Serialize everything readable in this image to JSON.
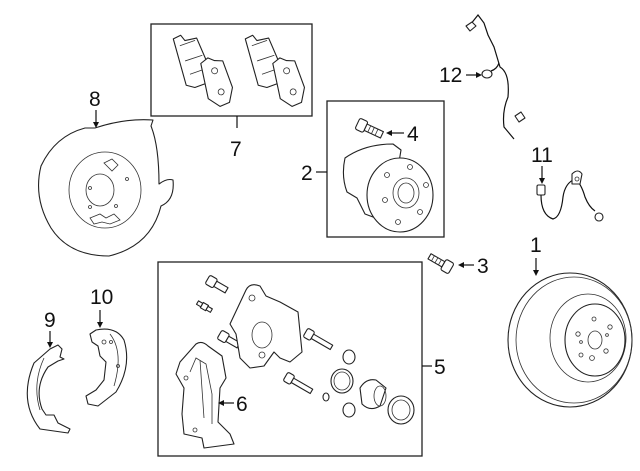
{
  "diagram": {
    "title": "Rear brake components exploded parts diagram",
    "callouts": [
      {
        "number": "1",
        "part": "brake-rotor"
      },
      {
        "number": "2",
        "part": "hub-bearing-assembly"
      },
      {
        "number": "3",
        "part": "hub-bolt"
      },
      {
        "number": "4",
        "part": "wheel-stud"
      },
      {
        "number": "5",
        "part": "caliper-assembly"
      },
      {
        "number": "6",
        "part": "caliper-support-bracket"
      },
      {
        "number": "7",
        "part": "brake-pads"
      },
      {
        "number": "8",
        "part": "dust-shield"
      },
      {
        "number": "9",
        "part": "parking-brake-shoe"
      },
      {
        "number": "10",
        "part": "parking-brake-shoe"
      },
      {
        "number": "11",
        "part": "brake-hose"
      },
      {
        "number": "12",
        "part": "abs-sensor"
      }
    ]
  },
  "colors": {
    "line": "#111111",
    "background": "#ffffff"
  }
}
